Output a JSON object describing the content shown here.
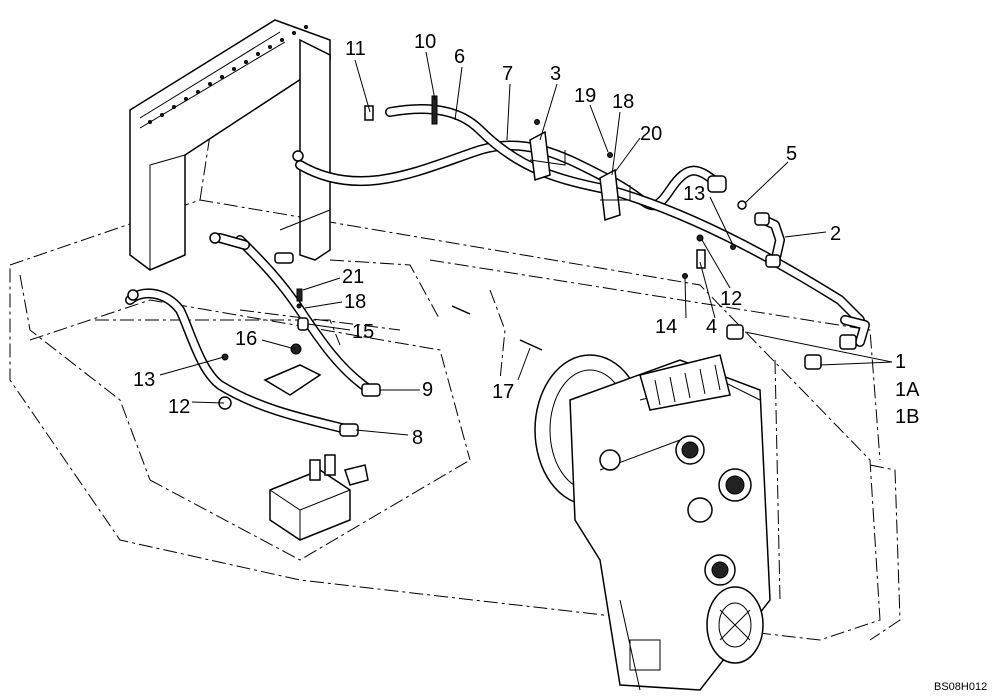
{
  "drawing_ref": "BS08H012",
  "callouts": [
    {
      "id": "c11",
      "text": "11"
    },
    {
      "id": "c10",
      "text": "10"
    },
    {
      "id": "c6",
      "text": "6"
    },
    {
      "id": "c7",
      "text": "7"
    },
    {
      "id": "c3",
      "text": "3"
    },
    {
      "id": "c19",
      "text": "19"
    },
    {
      "id": "c18a",
      "text": "18"
    },
    {
      "id": "c20",
      "text": "20"
    },
    {
      "id": "c5",
      "text": "5"
    },
    {
      "id": "c13a",
      "text": "13"
    },
    {
      "id": "c2",
      "text": "2"
    },
    {
      "id": "c12a",
      "text": "12"
    },
    {
      "id": "c21",
      "text": "21"
    },
    {
      "id": "c18b",
      "text": "18"
    },
    {
      "id": "c15",
      "text": "15"
    },
    {
      "id": "c16",
      "text": "16"
    },
    {
      "id": "c14",
      "text": "14"
    },
    {
      "id": "c4",
      "text": "4"
    },
    {
      "id": "c1",
      "text": "1"
    },
    {
      "id": "c1A",
      "text": "1A"
    },
    {
      "id": "c1B",
      "text": "1B"
    },
    {
      "id": "c13b",
      "text": "13"
    },
    {
      "id": "c9",
      "text": "9"
    },
    {
      "id": "c17",
      "text": "17"
    },
    {
      "id": "c12b",
      "text": "12"
    },
    {
      "id": "c8",
      "text": "8"
    }
  ]
}
